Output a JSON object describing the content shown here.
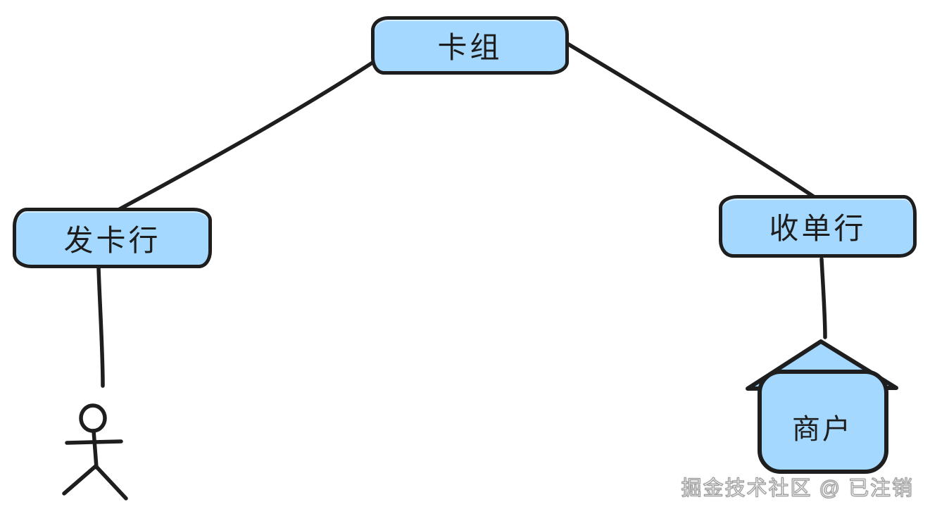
{
  "diagram": {
    "nodes": {
      "card_network": {
        "label": "卡组",
        "shape": "rounded-rect"
      },
      "issuing_bank": {
        "label": "发卡行",
        "shape": "rounded-rect"
      },
      "acquiring_bank": {
        "label": "收单行",
        "shape": "rounded-rect"
      },
      "merchant": {
        "label": "商户",
        "shape": "house"
      },
      "cardholder": {
        "label": "",
        "shape": "stick-figure"
      }
    },
    "edges": [
      {
        "from": "卡组",
        "to": "发卡行",
        "style": "plain-line"
      },
      {
        "from": "卡组",
        "to": "收单行",
        "style": "plain-line"
      },
      {
        "from": "发卡行",
        "to": "cardholder-figure",
        "style": "plain-line"
      },
      {
        "from": "收单行",
        "to": "商户",
        "style": "plain-line"
      }
    ],
    "style": {
      "node_fill": "#a5d8ff",
      "stroke": "#1e1e1e",
      "background": "#ffffff"
    }
  },
  "watermark": {
    "text": "掘金技术社区 @ 已注销"
  }
}
